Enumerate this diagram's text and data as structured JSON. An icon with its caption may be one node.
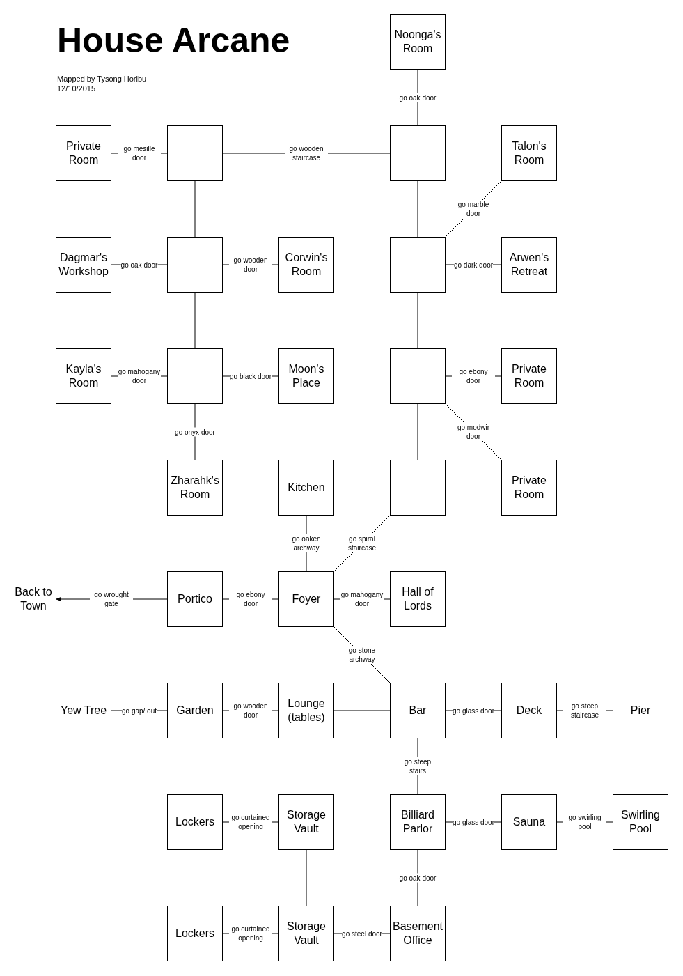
{
  "diagram": {
    "title": "House Arcane",
    "nodes": [
      {
        "text": [
          "Noonga's Room"
        ]
      },
      {
        "text": [
          "Private Room"
        ]
      },
      {
        "text": [],
        "shape": "box"
      },
      {
        "text": [],
        "shape": "box"
      },
      {
        "text": [
          "Talon's Room"
        ]
      },
      {
        "text": [
          "Dagmar's Workshop"
        ]
      },
      {
        "text": [],
        "shape": "box"
      },
      {
        "text": [
          "Corwin's Room"
        ]
      },
      {
        "text": [],
        "shape": "box"
      },
      {
        "text": [
          "Arwen's Retreat"
        ]
      },
      {
        "text": [
          "Kayla's Room"
        ]
      },
      {
        "text": [],
        "shape": "box"
      },
      {
        "text": [
          "Moon's Place"
        ]
      },
      {
        "text": [],
        "shape": "box"
      },
      {
        "text": [
          "Private Room"
        ]
      },
      {
        "text": [
          "Zharahk's Room"
        ]
      },
      {
        "text": [
          "Kitchen"
        ]
      },
      {
        "text": [],
        "shape": "box"
      },
      {
        "text": [
          "Private Room"
        ]
      },
      {
        "text": [
          "Back to Town"
        ]
      },
      {
        "text": [
          "Portico"
        ]
      },
      {
        "text": [
          "Foyer"
        ]
      },
      {
        "text": [
          "Hall of Lords"
        ]
      },
      {
        "text": [
          "Yew Tree"
        ]
      },
      {
        "text": [
          "Garden"
        ]
      },
      {
        "text": [
          "Lounge (tables)"
        ]
      },
      {
        "text": [
          "Bar"
        ]
      },
      {
        "text": [
          "Deck"
        ]
      },
      {
        "text": [
          "Pier"
        ]
      },
      {
        "text": [
          "Lockers"
        ]
      },
      {
        "text": [
          "Storage Vault"
        ]
      },
      {
        "text": [
          "Billiard Parlor"
        ]
      },
      {
        "text": [
          "Sauna"
        ]
      },
      {
        "text": [
          "Swirling Pool"
        ]
      },
      {
        "text": [
          "Lockers"
        ]
      },
      {
        "text": [
          "Storage Vault"
        ]
      },
      {
        "text": [
          "Basement Office"
        ]
      }
    ],
    "edges": [
      {
        "from": 0,
        "to": 3,
        "arrow": "none",
        "label": "go oak door"
      },
      {
        "from": 1,
        "to": 2,
        "arrow": "none",
        "label": "go mesille door"
      },
      {
        "from": 2,
        "to": 3,
        "arrow": "none",
        "label": "go wooden staircase"
      },
      {
        "from": 2,
        "to": 6,
        "arrow": "none"
      },
      {
        "from": 3,
        "to": 8,
        "arrow": "none"
      },
      {
        "from": 8,
        "to": 4,
        "arrow": "none",
        "label": "go marble door"
      },
      {
        "from": 5,
        "to": 6,
        "arrow": "none",
        "label": "go oak door"
      },
      {
        "from": 6,
        "to": 7,
        "arrow": "none",
        "label": "go wooden door"
      },
      {
        "from": 8,
        "to": 9,
        "arrow": "none",
        "label": "go dark door"
      },
      {
        "from": 6,
        "to": 11,
        "arrow": "none"
      },
      {
        "from": 8,
        "to": 13,
        "arrow": "none"
      },
      {
        "from": 10,
        "to": 11,
        "arrow": "none",
        "label": "go mahogany door"
      },
      {
        "from": 11,
        "to": 12,
        "arrow": "none",
        "label": "go black door"
      },
      {
        "from": 13,
        "to": 14,
        "arrow": "none",
        "label": "go ebony door"
      },
      {
        "from": 13,
        "to": 18,
        "arrow": "none",
        "label": "go modwir door"
      },
      {
        "from": 11,
        "to": 15,
        "arrow": "none",
        "label": "go onyx door"
      },
      {
        "from": 13,
        "to": 17,
        "arrow": "none"
      },
      {
        "from": 16,
        "to": 21,
        "arrow": "none",
        "label": "go oaken archway"
      },
      {
        "from": 17,
        "to": 21,
        "arrow": "none",
        "label": "go spiral staircase"
      },
      {
        "from": 20,
        "to": 19,
        "arrow": "to",
        "label": "go wrought gate"
      },
      {
        "from": 20,
        "to": 21,
        "arrow": "none",
        "label": "go ebony door"
      },
      {
        "from": 21,
        "to": 22,
        "arrow": "none",
        "label": "go mahogany door"
      },
      {
        "from": 21,
        "to": 26,
        "arrow": "none",
        "label": "go stone archway"
      },
      {
        "from": 23,
        "to": 24,
        "arrow": "none",
        "label": "go gap/ out"
      },
      {
        "from": 24,
        "to": 25,
        "arrow": "none",
        "label": "go wooden door"
      },
      {
        "from": 25,
        "to": 26,
        "arrow": "none"
      },
      {
        "from": 26,
        "to": 27,
        "arrow": "none",
        "label": "go glass door"
      },
      {
        "from": 27,
        "to": 28,
        "arrow": "none",
        "label": "go steep staircase"
      },
      {
        "from": 26,
        "to": 31,
        "arrow": "none",
        "label": "go steep stairs"
      },
      {
        "from": 29,
        "to": 30,
        "arrow": "none",
        "label": "go curtained opening"
      },
      {
        "from": 30,
        "to": 35,
        "arrow": "none"
      },
      {
        "from": 31,
        "to": 32,
        "arrow": "none",
        "label": "go glass door"
      },
      {
        "from": 32,
        "to": 33,
        "arrow": "none",
        "label": "go swirling pool"
      },
      {
        "from": 31,
        "to": 36,
        "arrow": "none",
        "label": "go oak door"
      },
      {
        "from": 34,
        "to": 35,
        "arrow": "none",
        "label": "go curtained opening"
      },
      {
        "from": 35,
        "to": 36,
        "arrow": "none",
        "label": "go steel door"
      }
    ],
    "labels": [
      "Mapped by Tysong Horibu",
      "12/10/2015"
    ]
  }
}
